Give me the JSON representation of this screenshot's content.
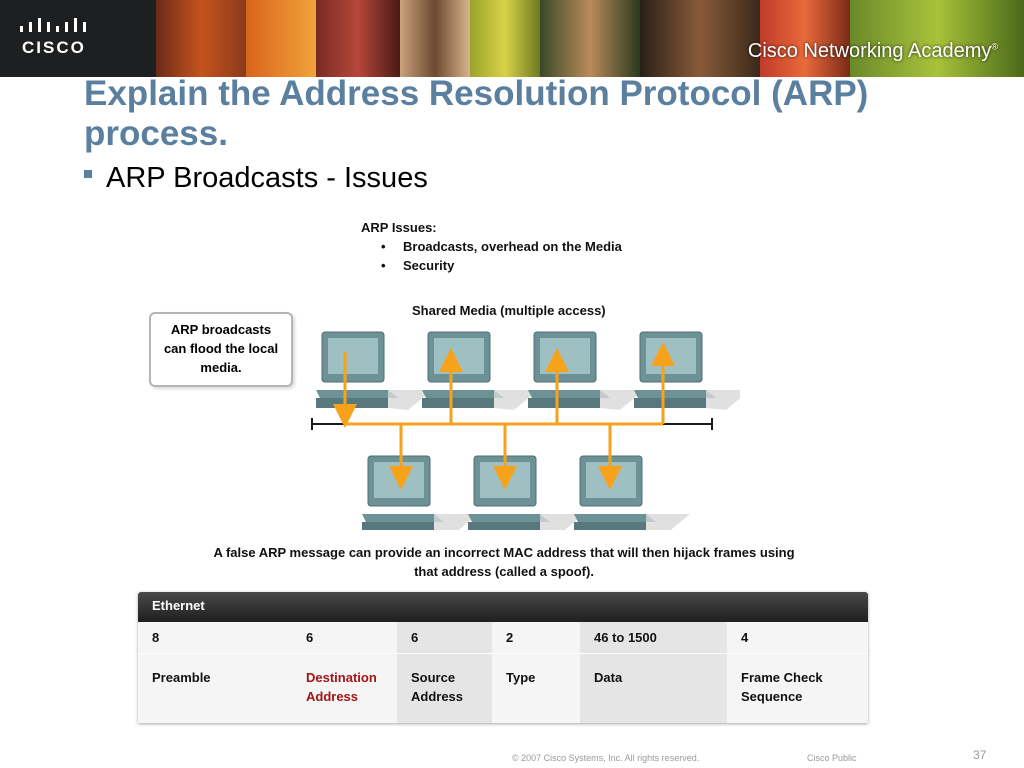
{
  "header": {
    "logo_text": "CISCO",
    "academy_name": "Cisco Networking Academy",
    "academy_mark": "®"
  },
  "slide": {
    "title": "Explain the Address Resolution Protocol (ARP) process.",
    "bullet": "ARP Broadcasts - Issues"
  },
  "diagram": {
    "issues_title": "ARP Issues:",
    "issues": [
      "Broadcasts, overhead on the Media",
      "Security"
    ],
    "media_label": "Shared Media (multiple access)",
    "callout": [
      "ARP broadcasts",
      "can flood the local",
      "media."
    ],
    "spoof_note": [
      "A false ARP message can  provide an incorrect MAC address that will then hijack frames using",
      "that address (called a spoof)."
    ],
    "colors": {
      "arrow": "#f7a21b",
      "bus": "#1a1a1a",
      "computer": "#7fa2a6"
    }
  },
  "ethernet_frame": {
    "header": "Ethernet",
    "fields": [
      {
        "size": "8",
        "name": [
          "Preamble",
          ""
        ],
        "highlight": false
      },
      {
        "size": "6",
        "name": [
          "Destination",
          "Address"
        ],
        "highlight": true
      },
      {
        "size": "6",
        "name": [
          "Source",
          "Address"
        ],
        "highlight": false
      },
      {
        "size": "2",
        "name": [
          "Type",
          ""
        ],
        "highlight": false
      },
      {
        "size": "46 to 1500",
        "name": [
          "Data",
          ""
        ],
        "highlight": false
      },
      {
        "size": "4",
        "name": [
          "Frame Check",
          "Sequence"
        ],
        "highlight": false
      }
    ],
    "highlight_color": "#a31515"
  },
  "footer": {
    "copyright": "© 2007 Cisco Systems, Inc. All rights reserved.",
    "classification": "Cisco Public",
    "page": "37"
  }
}
